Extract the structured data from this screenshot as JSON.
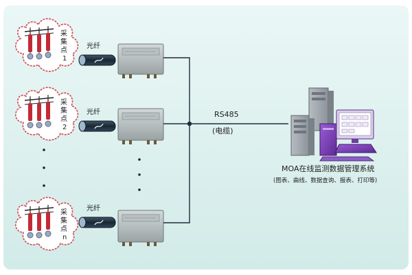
{
  "colors": {
    "background_gradient": [
      "#e7f5f4",
      "#d3ecea"
    ],
    "cloud_fill": "#ffffff",
    "cloud_stroke": "#d04a55",
    "fiber_label_color": "#111111",
    "cable_color": "#1f2d3a",
    "device_gray": "#a9b1b2",
    "monitor_purple": "#7a3fb8"
  },
  "collection_points": [
    {
      "chars": [
        "采",
        "集",
        "点",
        "1"
      ]
    },
    {
      "chars": [
        "采",
        "集",
        "点",
        "2"
      ]
    },
    {
      "chars": [
        "采",
        "集",
        "点",
        "n"
      ]
    }
  ],
  "fiber_label": "光纤",
  "bus": {
    "label": "RS485",
    "sublabel": "(电缆)"
  },
  "system": {
    "title": "MOA在线监测数据管理系统",
    "subtitle": "(图表、曲线、数据查询、报表、打印等)"
  },
  "icons": [
    "cloud-icon",
    "arrester-icon",
    "fiber-cable-icon",
    "monitor-unit-icon",
    "server-tower-icon",
    "desktop-computer-icon"
  ]
}
